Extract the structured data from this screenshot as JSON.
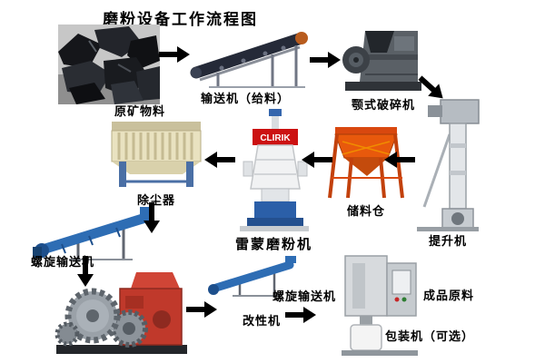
{
  "title": "磨粉设备工作流程图",
  "nodes": {
    "raw_material": {
      "label": "原矿物料"
    },
    "feed_conveyor": {
      "label": "输送机（给料）"
    },
    "jaw_crusher": {
      "label": "颚式破碎机"
    },
    "bucket_elevator": {
      "label": "提升机"
    },
    "storage_silo": {
      "label": "储料仓"
    },
    "raymond_mill": {
      "label": "雷蒙磨粉机",
      "brand": "CLIRIK"
    },
    "dust_collector": {
      "label": "除尘器"
    },
    "screw_conveyor_1": {
      "label": "螺旋输送机"
    },
    "modifier_machine": {
      "label": "改性机"
    },
    "screw_conveyor_2": {
      "label": "螺旋输送机"
    },
    "packing_machine": {
      "label": "包装机（可选）"
    },
    "finished_product": {
      "label": "成品原料"
    }
  },
  "flow": [
    "raw_material",
    "feed_conveyor",
    "jaw_crusher",
    "bucket_elevator",
    "storage_silo",
    "raymond_mill",
    "dust_collector",
    "screw_conveyor_1",
    "modifier_machine",
    "screw_conveyor_2",
    "packing_machine",
    "finished_product"
  ],
  "colors": {
    "background": "#ffffff",
    "arrow": "#000000",
    "silo_orange": "#e8590c",
    "mill_brand_red": "#cc1111",
    "machine_blue": "#2e6db4",
    "modifier_red": "#c0392b",
    "dust_collector_tan": "#e9e2c0"
  }
}
